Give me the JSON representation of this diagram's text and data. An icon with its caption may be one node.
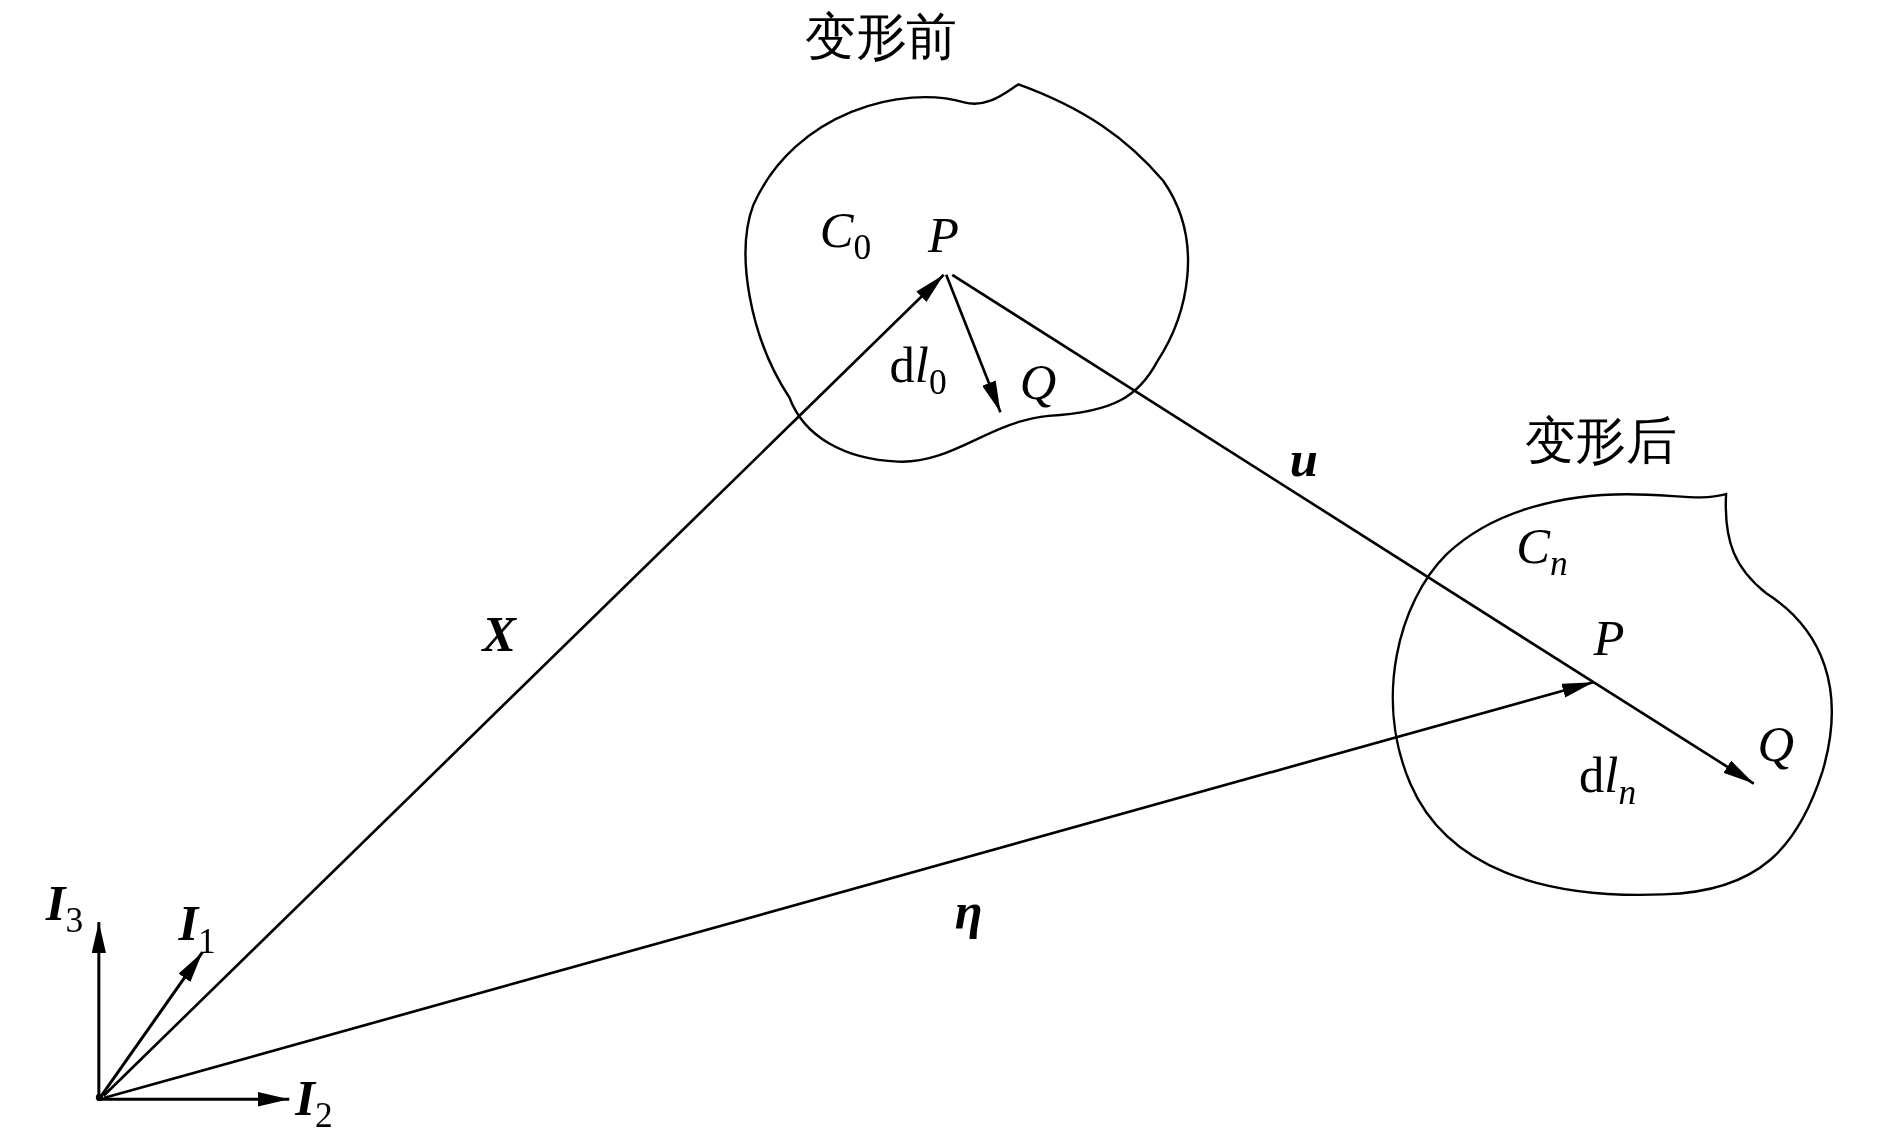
{
  "diagram": {
    "nodes": [
      {
        "text": [
          "变形前",
          "*C*$_{0}$"
        ]
      },
      {
        "text": [
          "P"
        ],
        "in": 0
      },
      {
        "text": [
          "Q"
        ],
        "in": 0
      },
      {
        "text": [
          "变形后",
          "C$_{n}$"
        ]
      },
      {
        "text": [
          "P"
        ],
        "in": 3
      },
      {
        "text": [
          "Q"
        ],
        "in": 3
      },
      {
        "text": [],
        "shape": "point"
      }
    ],
    "edges": [
      {
        "from": 6,
        "to": 1,
        "arrow": "to",
        "label": "X"
      },
      {
        "from": 6,
        "to": 4,
        "arrow": "to",
        "label": "η"
      },
      {
        "from": 1,
        "to": 4,
        "arrow": "none",
        "label": "u"
      },
      {
        "from": 4,
        "to": 5,
        "arrow": "to",
        "label": "dl$_{n}$"
      },
      {
        "from": 1,
        "to": 2,
        "arrow": "to",
        "label": "dl$_{0}$"
      }
    ],
    "labels": [
      "I$_{3}$",
      "I$_{1}$",
      "I$_{2}$"
    ]
  }
}
